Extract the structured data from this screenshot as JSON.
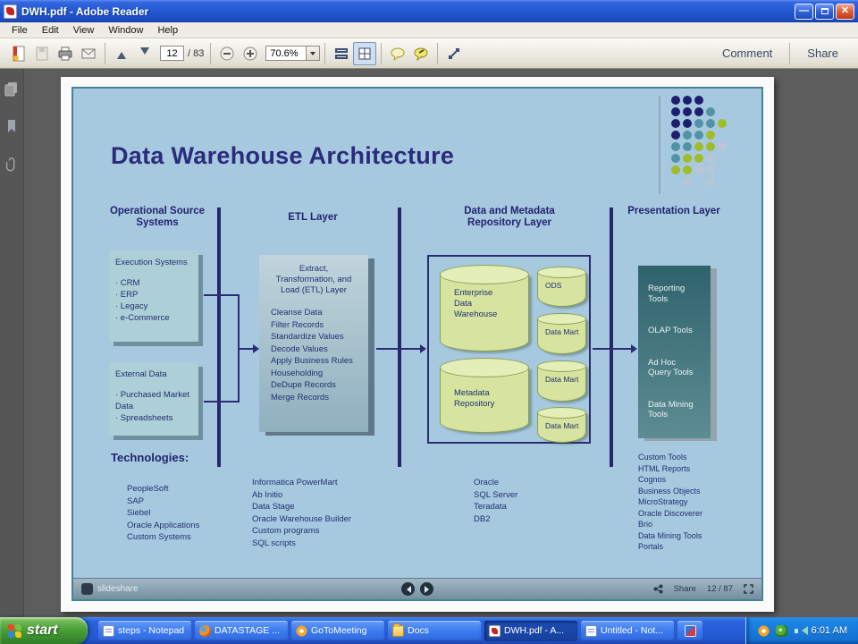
{
  "window": {
    "title": "DWH.pdf - Adobe Reader",
    "menu": [
      "File",
      "Edit",
      "View",
      "Window",
      "Help"
    ],
    "toolbar": {
      "page_current": "12",
      "page_total": "/ 83",
      "zoom_value": "70.6%",
      "comment_label": "Comment",
      "share_label": "Share"
    }
  },
  "slide": {
    "title": "Data Warehouse Architecture",
    "colors": {
      "slide_bg": "#a6c9e0",
      "title_text": "#2b2b7c",
      "body_text": "#223070",
      "cylinder_fill": "#d6e4a0",
      "presentation_box": "#3d7078",
      "source_box": "#adcfd7",
      "divider": "#27276c"
    },
    "logo": {
      "colors": {
        "n": "#1e1e6e",
        "t": "#4f93a5",
        "g": "#a0bc28",
        "y": "#b9c6d6"
      },
      "pattern": [
        [
          "n",
          "n",
          "n",
          "",
          ""
        ],
        [
          "n",
          "n",
          "n",
          "t",
          ""
        ],
        [
          "n",
          "n",
          "t",
          "t",
          "g"
        ],
        [
          "n",
          "t",
          "t",
          "g",
          ""
        ],
        [
          "t",
          "t",
          "g",
          "g",
          "y"
        ],
        [
          "t",
          "g",
          "g",
          "y",
          ""
        ],
        [
          "g",
          "g",
          "y",
          "y",
          ""
        ],
        [
          "",
          "y",
          "",
          "y",
          ""
        ]
      ]
    },
    "columns": {
      "operational": {
        "header": "Operational Source Systems",
        "execution_box": {
          "title": "Execution Systems",
          "items": [
            "CRM",
            "ERP",
            "Legacy",
            "e-Commerce"
          ]
        },
        "external_box": {
          "title": "External Data",
          "items": [
            "Purchased Market Data",
            "Spreadsheets"
          ]
        },
        "tech_heading": "Technologies:",
        "technologies": [
          "PeopleSoft",
          "SAP",
          "Siebel",
          "Oracle Applications",
          "Custom Systems"
        ]
      },
      "etl": {
        "header": "ETL Layer",
        "box_title": "Extract, Transformation, and Load (ETL) Layer",
        "box_items": [
          "Cleanse Data",
          "Filter Records",
          "Standardize Values",
          "Decode Values",
          "Apply Business Rules",
          "Householding",
          "DeDupe Records",
          "Merge Records"
        ],
        "technologies": [
          "Informatica PowerMart",
          "Ab Initio",
          "Data Stage",
          "Oracle Warehouse Builder",
          "Custom programs",
          "SQL scripts"
        ]
      },
      "repository": {
        "header": "Data and Metadata Repository Layer",
        "warehouse_label": "Enterprise Data Warehouse",
        "metadata_label": "Metadata Repository",
        "ods_label": "ODS",
        "datamart_labels": [
          "Data Mart",
          "Data Mart",
          "Data Mart"
        ],
        "technologies": [
          "Oracle",
          "SQL Server",
          "Teradata",
          "DB2"
        ]
      },
      "presentation": {
        "header": "Presentation Layer",
        "box_items": [
          "Reporting Tools",
          "OLAP Tools",
          "Ad Hoc Query Tools",
          "Data Mining Tools"
        ],
        "technologies": [
          "Custom Tools",
          "HTML Reports",
          "Cognos",
          "Business Objects",
          "MicroStrategy",
          "Oracle Discoverer",
          "Brio",
          "Data Mining Tools",
          "Portals"
        ]
      }
    }
  },
  "player": {
    "brand": "slideshare",
    "share_label": "Share",
    "page_indicator": "12 / 87"
  },
  "taskbar": {
    "start_label": "start",
    "tasks": [
      "steps - Notepad",
      "DATASTAGE ...",
      "GoToMeeting",
      "Docs",
      "DWH.pdf - A...",
      "Untitled - Not..."
    ],
    "clock": "6:01 AM"
  }
}
